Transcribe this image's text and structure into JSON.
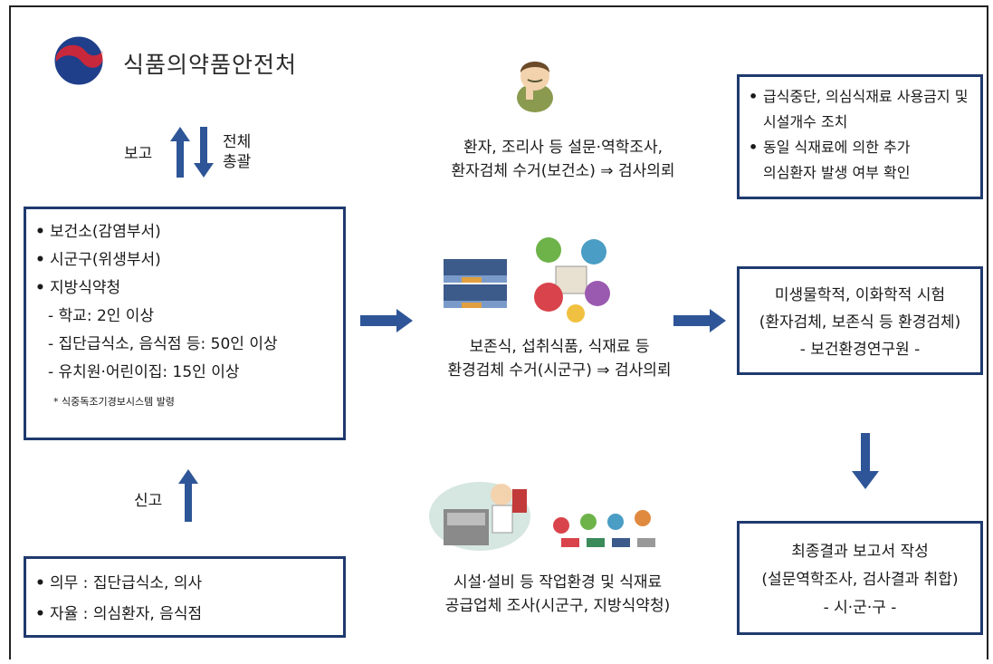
{
  "logo": {
    "name": "식품의약품안전처"
  },
  "top_arrow": {
    "left_label": "보고",
    "right_label": "전체\n총괄"
  },
  "report_arrow": {
    "label": "신고"
  },
  "center_box": {
    "items": [
      {
        "bullet": "•",
        "text": "보건소(감염부서)"
      },
      {
        "bullet": "•",
        "text": "시군구(위생부서)"
      },
      {
        "bullet": "•",
        "text": "지방식약청"
      }
    ],
    "sub_items": [
      "- 학교: 2인 이상",
      "- 집단급식소, 음식점 등: 50인 이상",
      "- 유치원·어린이집: 15인 이상"
    ],
    "note": "* 식중독조기경보시스템 발령"
  },
  "reporter_box": {
    "items": [
      {
        "bullet": "•",
        "text": "의무 : 집단급식소, 의사"
      },
      {
        "bullet": "•",
        "text": "자율 : 의심환자, 음식점"
      }
    ]
  },
  "step_patient": {
    "lines": [
      "환자, 조리사 등 설문·역학조사,",
      "환자검체 수거(보건소) ⇒ 검사의뢰"
    ]
  },
  "step_sample": {
    "lines": [
      "보존식, 섭취식품, 식재료 등",
      "환경검체 수거(시군구) ⇒ 검사의뢰"
    ]
  },
  "step_facility": {
    "lines": [
      "시설·설비 등 작업환경 및 식재료",
      "공급업체 조사(시군구, 지방식약청)"
    ]
  },
  "action_box": {
    "items": [
      {
        "bullet": "•",
        "lines": [
          "급식중단, 의심식재료 사용금지 및",
          "시설개수 조치"
        ]
      },
      {
        "bullet": "•",
        "lines": [
          "동일 식재료에 의한 추가",
          "의심환자 발생 여부 확인"
        ]
      }
    ]
  },
  "lab_box": {
    "lines": [
      "미생물학적, 이화학적 시험",
      "(환자검체, 보존식 등 환경검체)",
      "- 보건환경연구원 -"
    ]
  },
  "final_box": {
    "lines": [
      "최종결과 보고서 작성",
      "(설문역학조사, 검사결과 취합)",
      "- 시·군·구 -"
    ]
  },
  "colors": {
    "box_border": "#1f3a6e",
    "arrow": "#2e5597"
  }
}
